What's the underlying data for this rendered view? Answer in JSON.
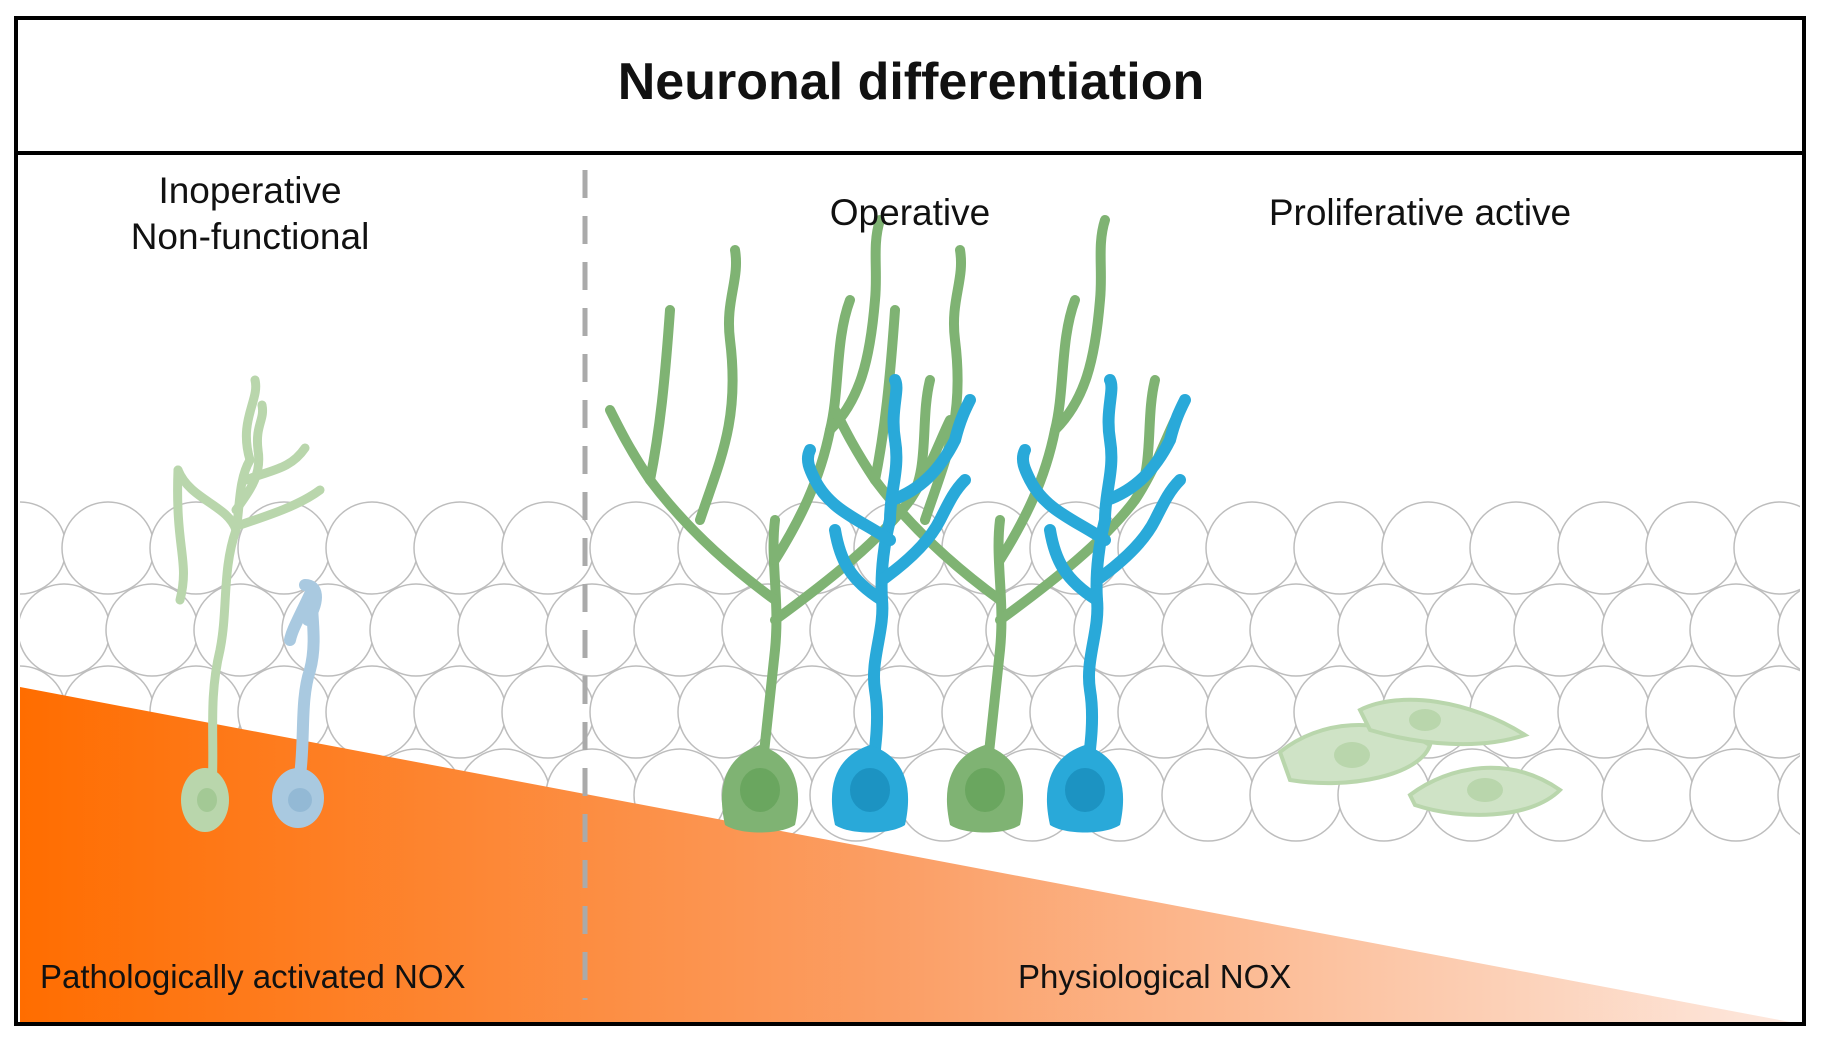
{
  "title": "Neuronal differentiation",
  "regions": {
    "left": {
      "label_line1": "Inoperative",
      "label_line2": "Non-functional",
      "nox_label": "Pathologically activated NOX"
    },
    "right": {
      "operative_label": "Operative",
      "proliferative_label": "Proliferative active",
      "nox_label": "Physiological NOX"
    }
  },
  "colors": {
    "neuron_green": "#7fb373",
    "neuron_green_pale": "#b9d6ac",
    "neuron_blue": "#29a9d9",
    "neuron_blue_pale": "#a9c9e0",
    "gradient_start": "#ff6d00",
    "gradient_end": "#fde8de",
    "cell_outline": "#bdbdbd",
    "divider": "#aaaaaa"
  }
}
